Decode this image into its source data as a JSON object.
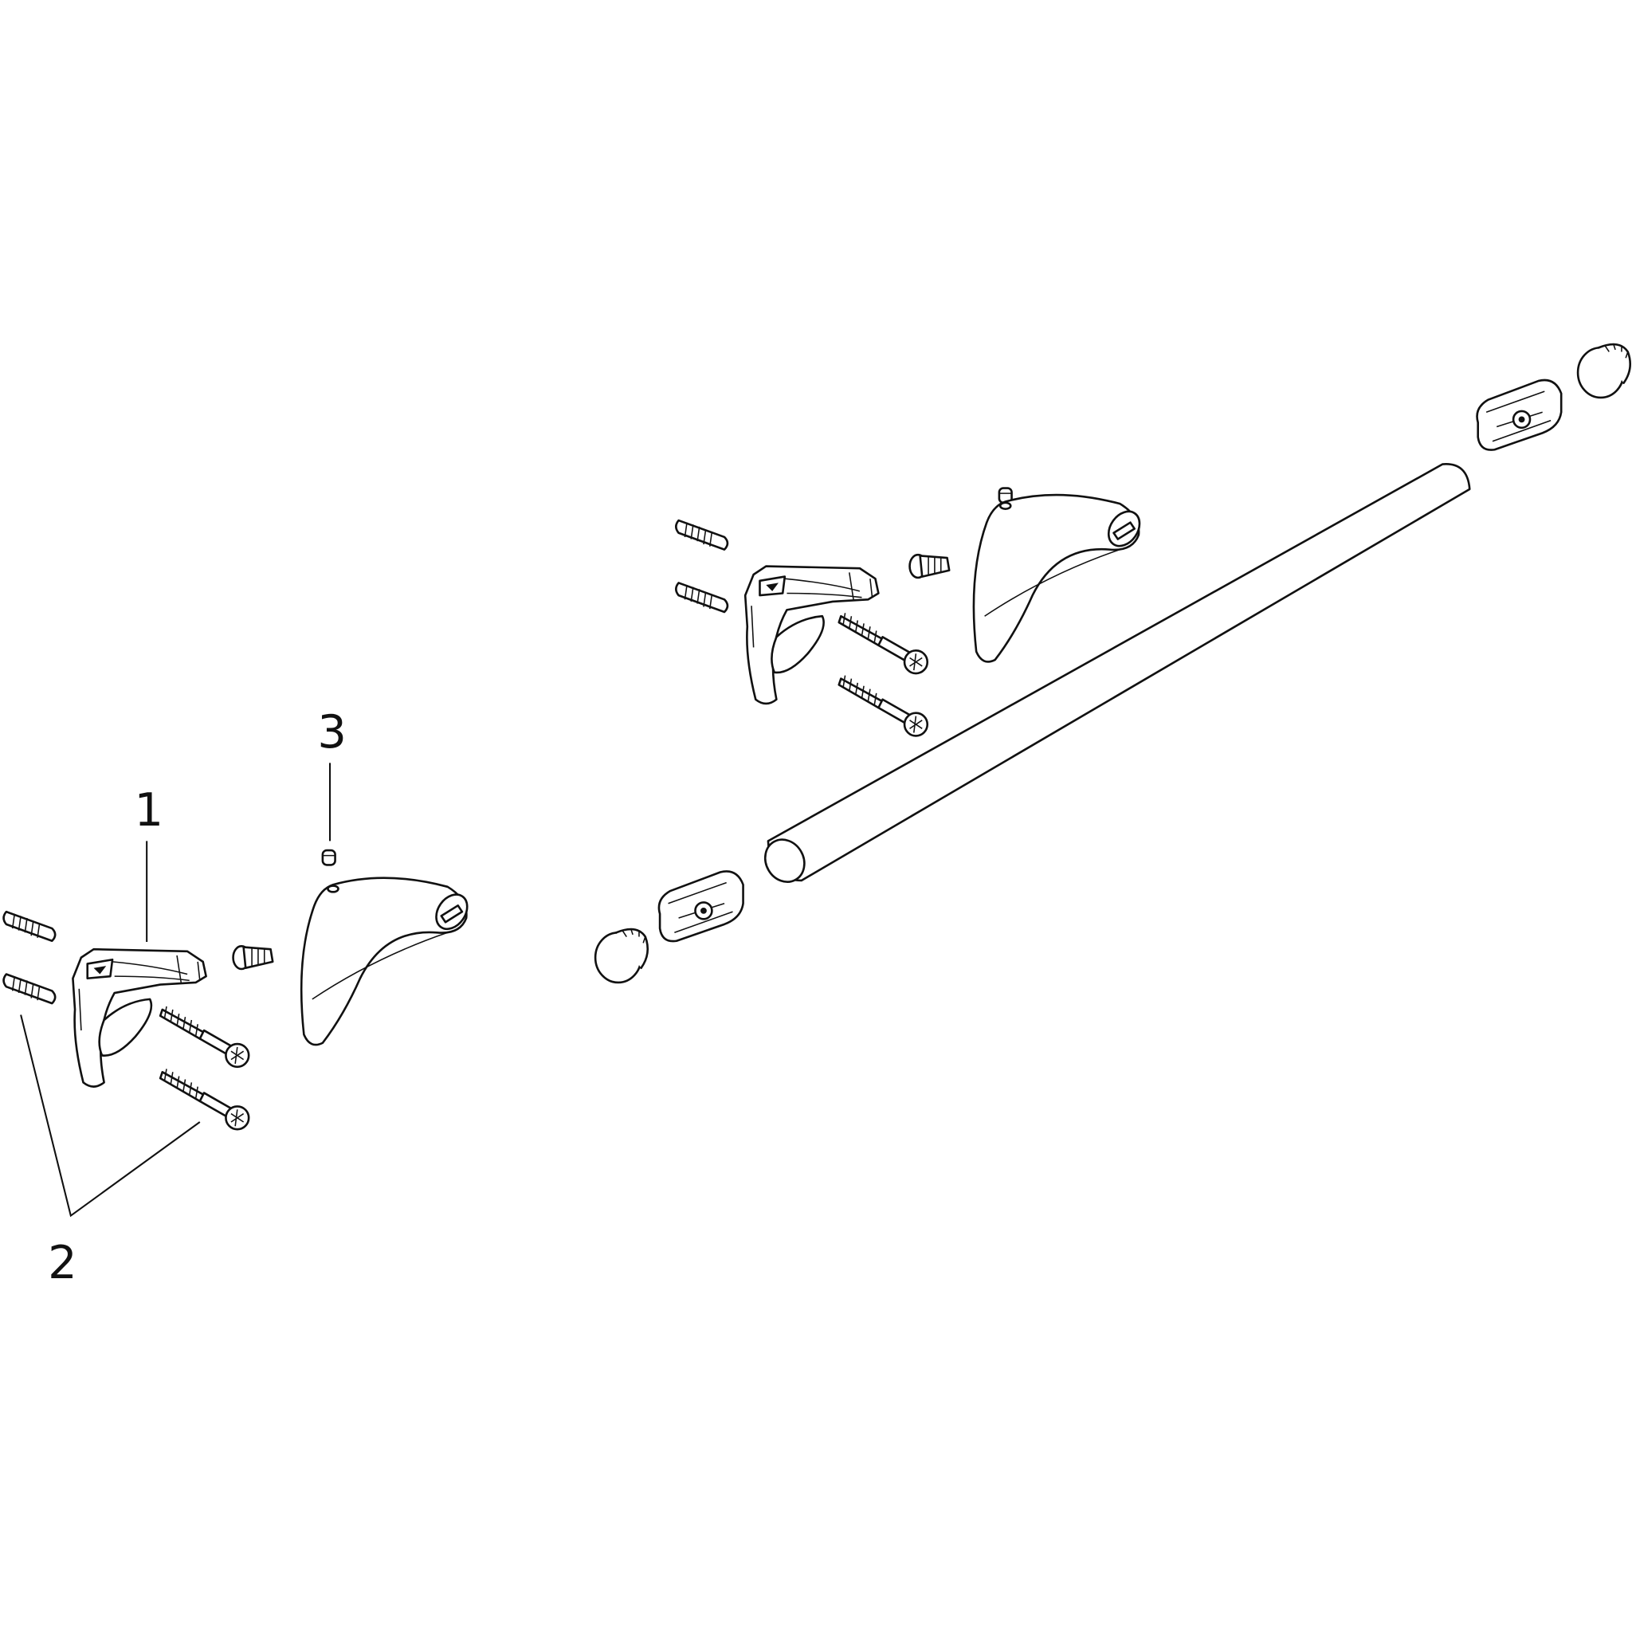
{
  "diagram": {
    "type": "exploded-parts-drawing",
    "callouts": [
      {
        "id": "1",
        "label": "1"
      },
      {
        "id": "2",
        "label": "2"
      },
      {
        "id": "3",
        "label": "3"
      }
    ],
    "colors": {
      "line": "#111111",
      "background": "#ffffff"
    }
  }
}
